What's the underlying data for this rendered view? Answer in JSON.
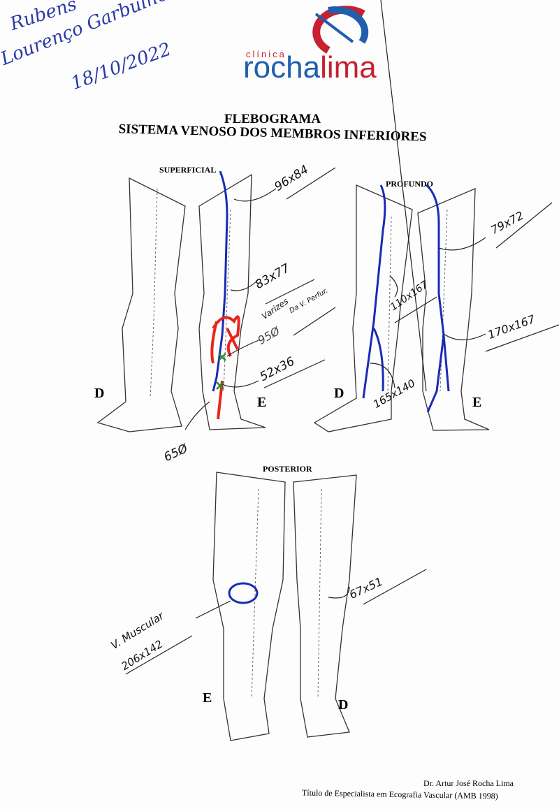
{
  "patient_note": {
    "line1": "Rubens",
    "line2": "Lourenço Garbulho",
    "date": "18/10/2022"
  },
  "logo": {
    "small": "clínica",
    "part1": "rocha",
    "part2": "lima",
    "color1": "#1f5fae",
    "color2": "#c8202f"
  },
  "title": {
    "line1": "FLEBOGRAMA",
    "line2": "SISTEMA VENOSO DOS MEMBROS INFERIORES"
  },
  "sections": {
    "superficial": "SUPERFICIAL",
    "profundo": "PROFUNDO",
    "posterior": "POSTERIOR"
  },
  "sides": {
    "right": "D",
    "left": "E"
  },
  "annotations": {
    "superficial": [
      "96x84",
      "83x77",
      "Varizes",
      "Da V. Perfur.",
      "95Ø",
      "52x36",
      "65Ø"
    ],
    "profundo": [
      "79x72",
      "110x167",
      "170x167",
      "165x140"
    ],
    "posterior": [
      "67x51",
      "V. Muscular",
      "206x142"
    ]
  },
  "footer": {
    "doctor": "Dr. Artur José Rocha Lima",
    "credential": "Título de Especialista em Ecografia Vascular (AMB 1998)"
  },
  "colors": {
    "vein": "#1a2bb5",
    "varices": "#e8261c",
    "mark": "#2a8a2a"
  }
}
